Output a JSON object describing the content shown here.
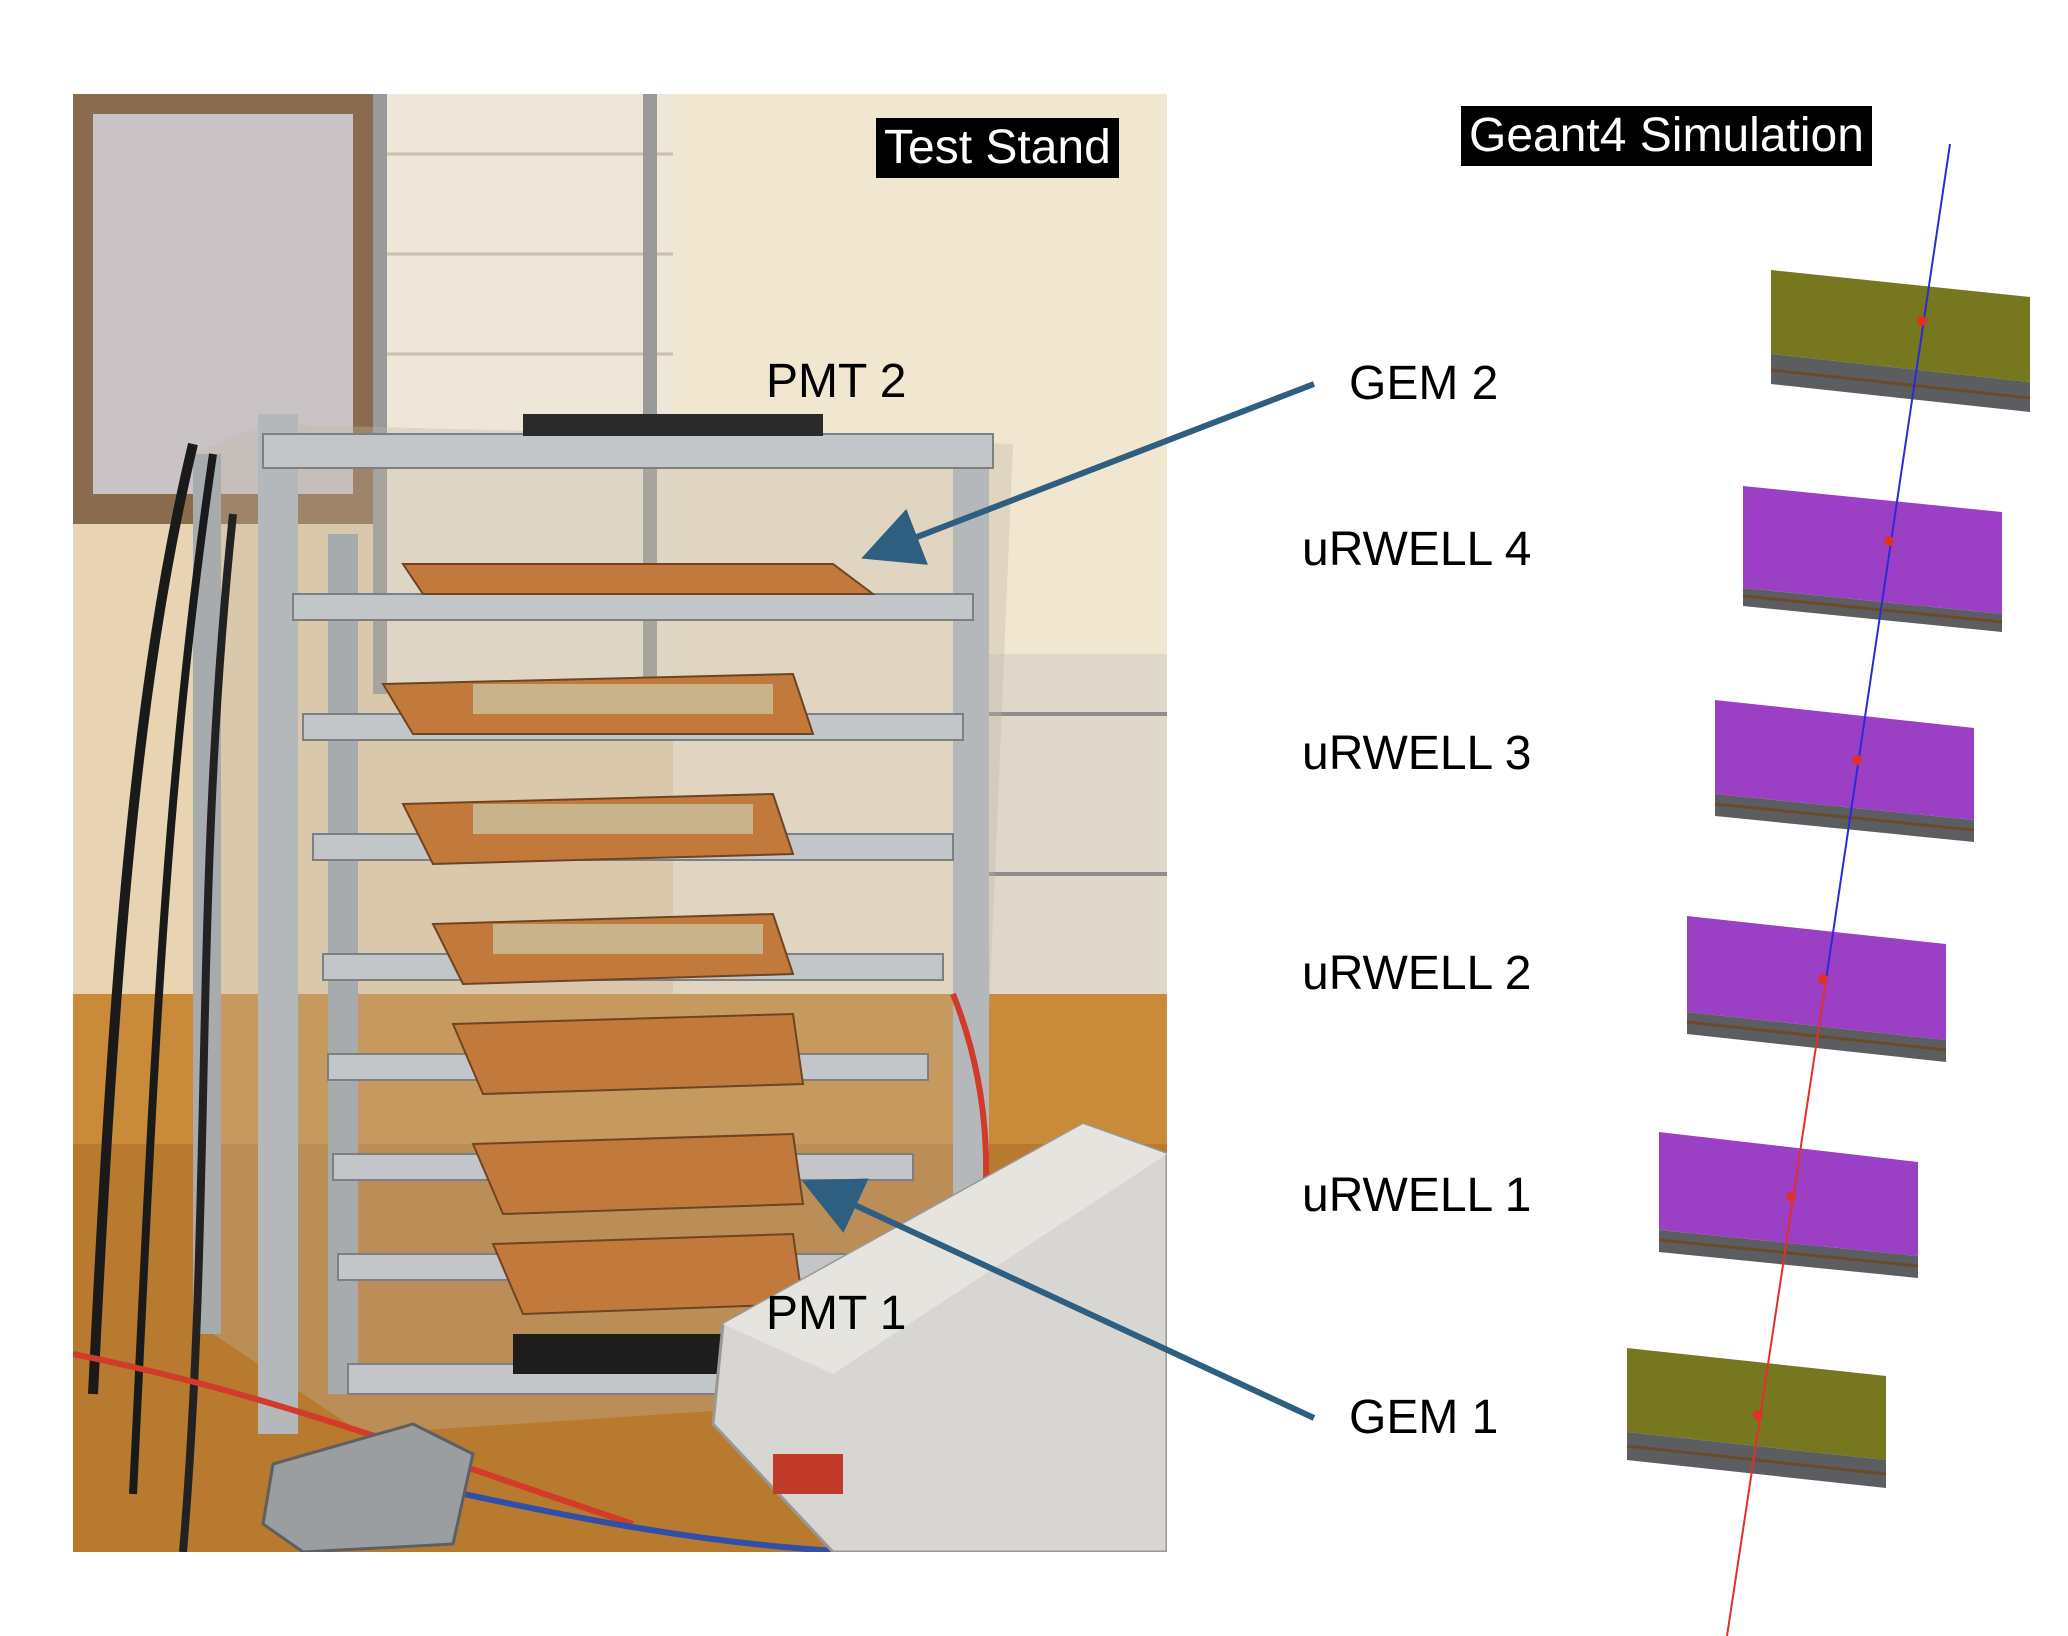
{
  "photo_tag": "Test Stand",
  "sim_tag": "Geant4 Simulation",
  "labels": {
    "pmt2": "PMT 2",
    "pmt1": "PMT 1",
    "gem2": "GEM 2",
    "urwell4": "uRWELL 4",
    "urwell3": "uRWELL 3",
    "urwell2": "uRWELL 2",
    "urwell1": "uRWELL 1",
    "gem1": "GEM 1"
  },
  "colors": {
    "arrow": "#2e5f80",
    "gem_detector": "#76771f",
    "urwell_detector": "#9b3fc4",
    "track_upper": "#2b2bd6",
    "track_lower": "#e0302a",
    "hit_point": "#e0302a"
  }
}
